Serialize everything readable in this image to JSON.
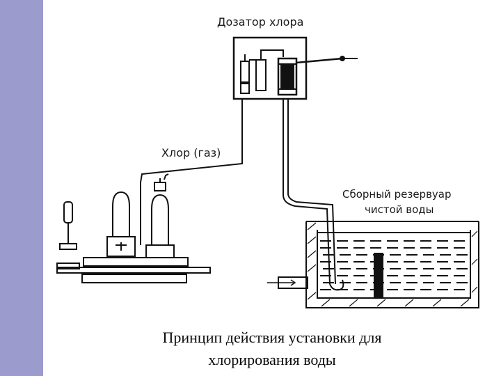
{
  "diagram": {
    "labels": {
      "dispenser": "Дозатор хлора",
      "chlorine_gas": "Хлор (газ)",
      "reservoir_line1": "Сборный резервуар",
      "reservoir_line2": "чистой воды"
    }
  },
  "caption": {
    "line1": "Принцип действия установки для",
    "line2": "хлорирования воды"
  }
}
